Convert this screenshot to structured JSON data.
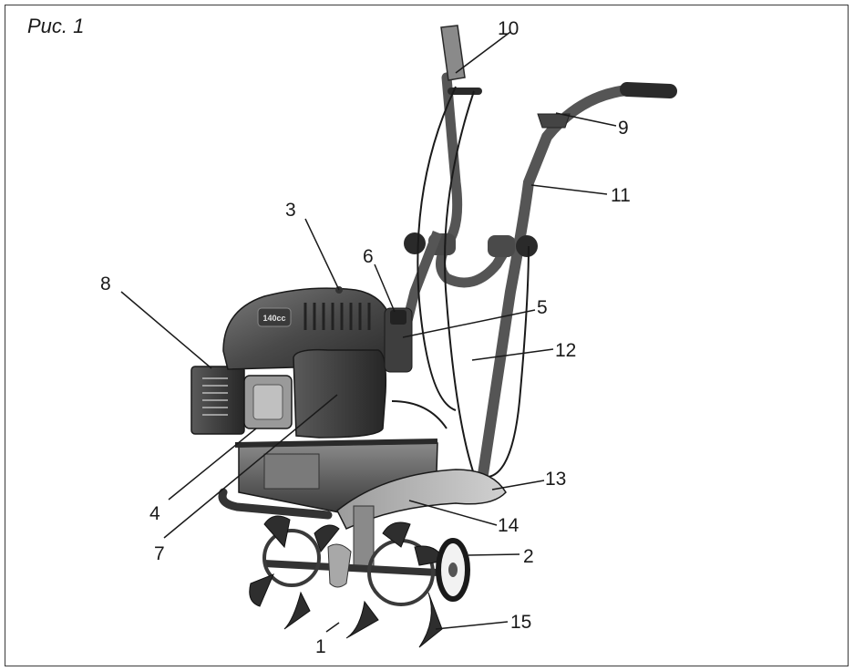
{
  "figure": {
    "title": "Рис. 1",
    "engine_badge": "140cc",
    "callouts": [
      {
        "id": "1",
        "label": "1"
      },
      {
        "id": "2",
        "label": "2"
      },
      {
        "id": "3",
        "label": "3"
      },
      {
        "id": "4",
        "label": "4"
      },
      {
        "id": "5",
        "label": "5"
      },
      {
        "id": "6",
        "label": "6"
      },
      {
        "id": "7",
        "label": "7"
      },
      {
        "id": "8",
        "label": "8"
      },
      {
        "id": "9",
        "label": "9"
      },
      {
        "id": "10",
        "label": "10"
      },
      {
        "id": "11",
        "label": "11"
      },
      {
        "id": "12",
        "label": "12"
      },
      {
        "id": "13",
        "label": "13"
      },
      {
        "id": "14",
        "label": "14"
      },
      {
        "id": "15",
        "label": "15"
      }
    ]
  },
  "colors": {
    "background": "#ffffff",
    "line": "#1a1a1a",
    "metal_dark": "#2e2e2e",
    "metal_mid": "#6a6a6a",
    "metal_light": "#b8b8b8"
  }
}
